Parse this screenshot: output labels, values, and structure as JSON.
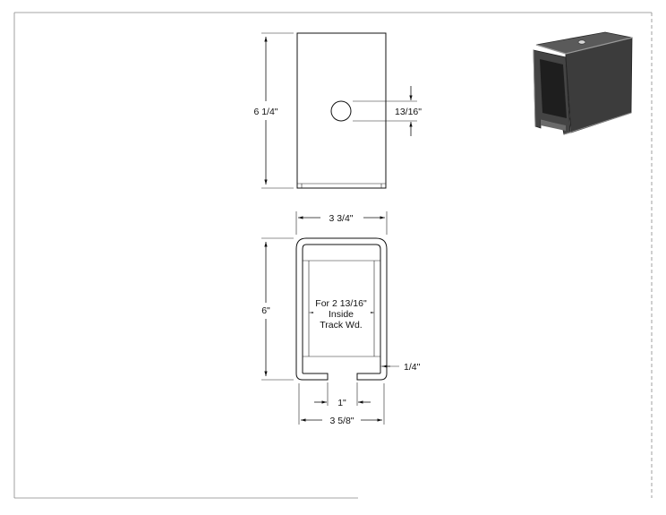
{
  "drawing": {
    "front_view": {
      "height_label": "6 1/4\"",
      "hole_label": "13/16\""
    },
    "section_view": {
      "width_top_label": "3 3/4\"",
      "height_label": "6\"",
      "inside_note_line1": "For 2 13/16\"",
      "inside_note_line2": "Inside",
      "inside_note_line3": "Track Wd.",
      "lip_label": "1/4\"",
      "slot_label": "1\"",
      "width_bottom_label": "3 5/8\""
    },
    "iso_view": {
      "icon": "channel-bracket-3d-icon",
      "body_color": "#3c3c3c",
      "edge_color": "#9a9a9a"
    }
  }
}
